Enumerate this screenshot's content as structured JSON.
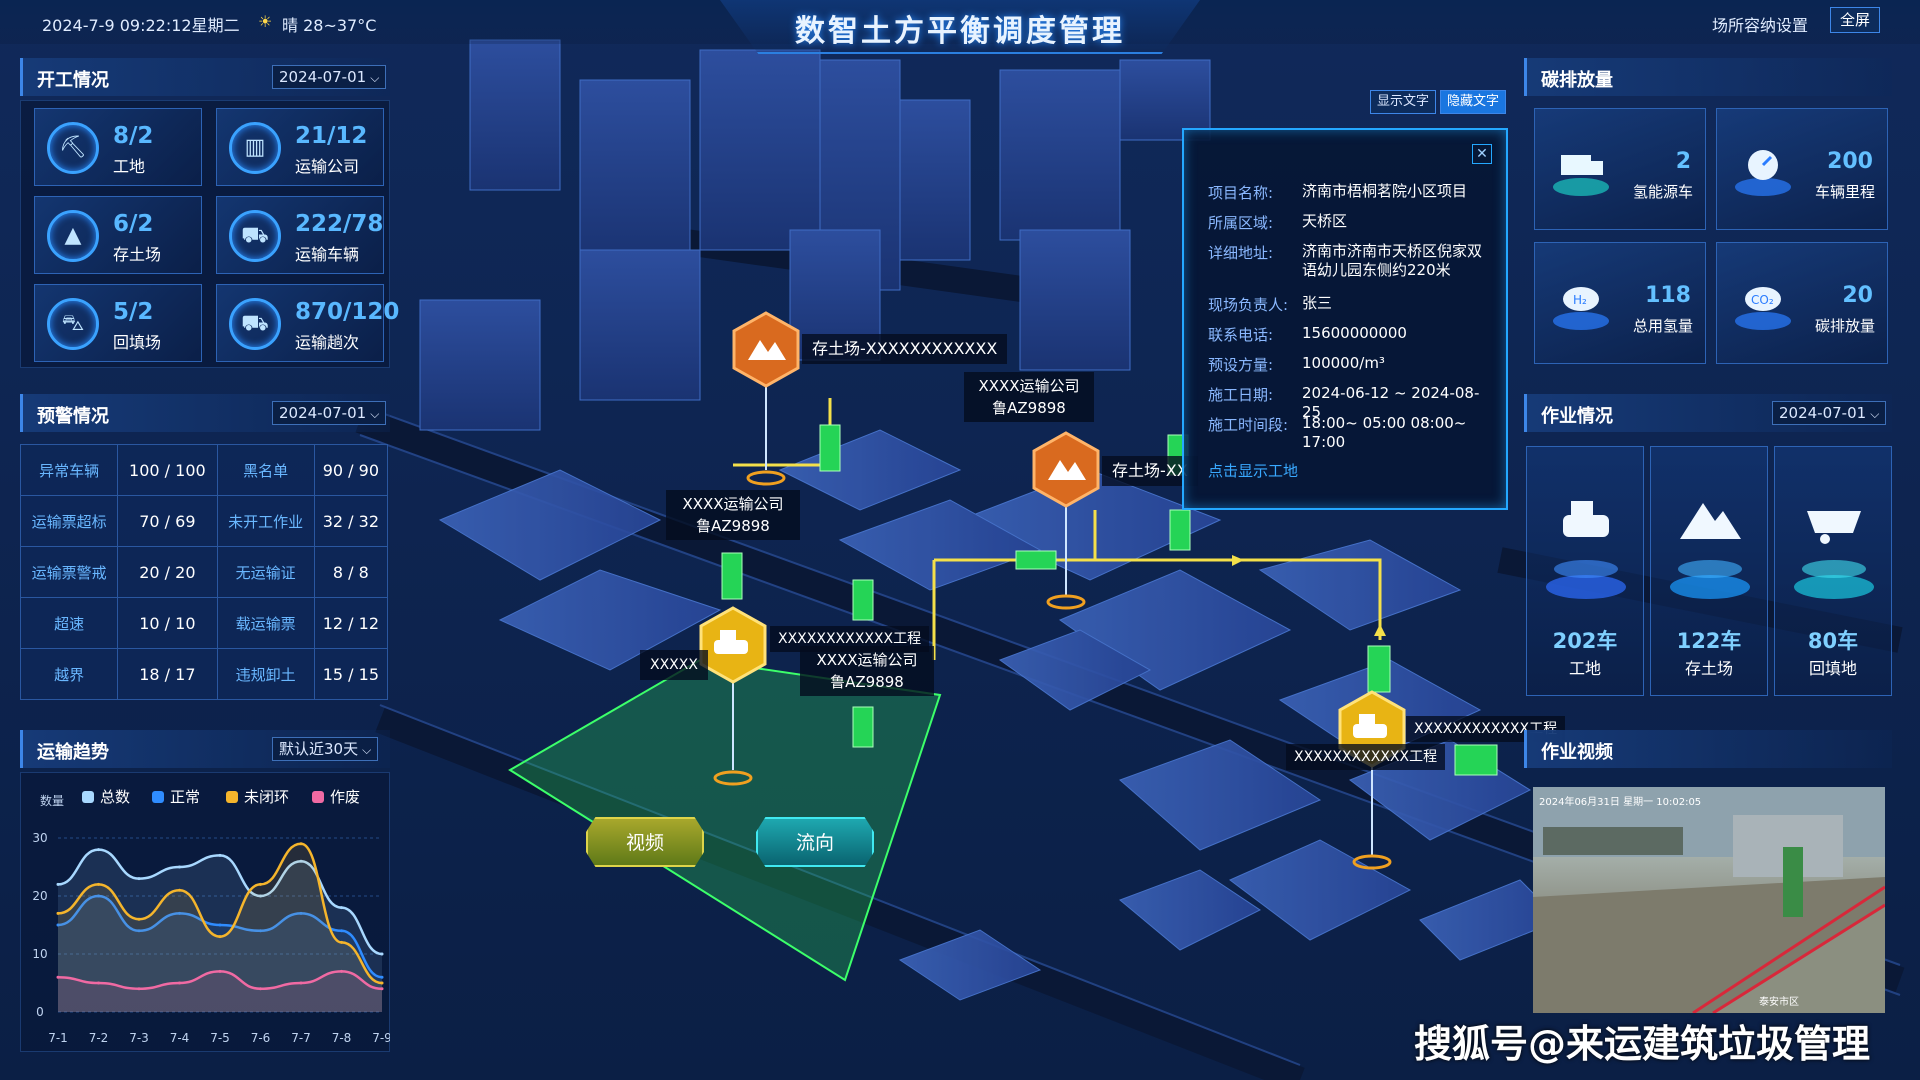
{
  "header": {
    "datetime": "2024-7-9  09:22:12星期二",
    "weather": "晴  28~37°C",
    "title": "数智土方平衡调度管理",
    "settings": "场所容纳设置",
    "fullscreen": "全屏"
  },
  "kaigong": {
    "title": "开工情况",
    "date": "2024-07-01",
    "items": [
      {
        "value": "8/2",
        "label": "工地",
        "icon": "excavator-icon"
      },
      {
        "value": "21/12",
        "label": "运输公司",
        "icon": "building-icon"
      },
      {
        "value": "6/2",
        "label": "存土场",
        "icon": "mountain-icon"
      },
      {
        "value": "222/78",
        "label": "运输车辆",
        "icon": "truck-icon"
      },
      {
        "value": "5/2",
        "label": "回填场",
        "icon": "cart-icon"
      },
      {
        "value": "870/120",
        "label": "运输趟次",
        "icon": "truck-icon"
      }
    ]
  },
  "yujing": {
    "title": "预警情况",
    "date": "2024-07-01",
    "rows": [
      [
        "异常车辆",
        "100 / 100",
        "黑名单",
        "90 / 90"
      ],
      [
        "运输票超标",
        "70 / 69",
        "未开工作业",
        "32 / 32"
      ],
      [
        "运输票警戒",
        "20 / 20",
        "无运输证",
        "8 / 8"
      ],
      [
        "超速",
        "10 / 10",
        "载运输票",
        "12 / 12"
      ],
      [
        "越界",
        "18 / 17",
        "违规卸土",
        "15 / 15"
      ]
    ]
  },
  "trend": {
    "title": "运输趋势",
    "range": "默认近30天",
    "legend": [
      "总数",
      "正常",
      "未闭环",
      "作废"
    ]
  },
  "chart_data": {
    "type": "line",
    "ylabel": "数量",
    "ylim": [
      0,
      30
    ],
    "yticks": [
      "0",
      "10",
      "20",
      "30"
    ],
    "categories": [
      "7-1",
      "7-2",
      "7-3",
      "7-4",
      "7-5",
      "7-6",
      "7-7",
      "7-8",
      "7-9"
    ],
    "series": [
      {
        "name": "总数",
        "color": "#a8d8ff",
        "values": [
          22,
          28,
          23,
          25,
          27,
          20,
          26,
          18,
          10
        ]
      },
      {
        "name": "正常",
        "color": "#2f8cff",
        "values": [
          15,
          20,
          14,
          17,
          15,
          14,
          17,
          14,
          6
        ]
      },
      {
        "name": "未闭环",
        "color": "#f5b52c",
        "values": [
          17,
          22,
          16,
          21,
          13,
          22,
          29,
          12,
          5
        ]
      },
      {
        "name": "作废",
        "color": "#f06aa3",
        "values": [
          6,
          5,
          4,
          5,
          7,
          4,
          5,
          7,
          4
        ]
      }
    ]
  },
  "carbon": {
    "title": "碳排放量",
    "items": [
      {
        "value": "2",
        "label": "氢能源车",
        "icon": "truck-icon"
      },
      {
        "value": "200",
        "label": "车辆里程",
        "icon": "gauge-icon"
      },
      {
        "value": "118",
        "label": "总用氢量",
        "icon": "h2-cloud-icon"
      },
      {
        "value": "20",
        "label": "碳排放量",
        "icon": "co2-cloud-icon"
      }
    ]
  },
  "work": {
    "title": "作业情况",
    "date": "2024-07-01",
    "items": [
      {
        "value": "202车",
        "label": "工地",
        "icon": "excavator-icon",
        "color": "#2d6cff"
      },
      {
        "value": "122车",
        "label": "存土场",
        "icon": "mountain-icon",
        "color": "#1a9bff"
      },
      {
        "value": "80车",
        "label": "回填地",
        "icon": "cart-icon",
        "color": "#1ac8e0"
      }
    ]
  },
  "video": {
    "title": "作业视频",
    "stamp": "2024年06月31日 星期一 10:02:05",
    "location": "泰安市区"
  },
  "map": {
    "show_text": "显示文字",
    "hide_text": "隐藏文字",
    "labels": {
      "store1": "存土场-XXXXXXXXXXXX",
      "store2": "存土场-XX",
      "company1": "XXXX运输公司",
      "plate1": "鲁AZ9898",
      "company2": "XXXX运输公司",
      "plate2": "鲁AZ9898",
      "company3": "XXXX运输公司",
      "plate3": "鲁AZ9898",
      "site1a": "XXXXX",
      "site1b": "XXXXXXXXXXXX工程",
      "site2a": "XXXXXXXXXXXX工程",
      "site2b": "XXXXXXXXXXXX工程"
    },
    "video_btn": "视频",
    "flow_btn": "流向"
  },
  "info": {
    "rows": [
      {
        "k": "项目名称:",
        "v": "济南市梧桐茗院小区项目"
      },
      {
        "k": "所属区域:",
        "v": "天桥区"
      },
      {
        "k": "详细地址:",
        "v": "济南市济南市天桥区倪家双语幼儿园东侧约220米"
      },
      {
        "k": "现场负责人:",
        "v": "张三"
      },
      {
        "k": "联系电话:",
        "v": "15600000000"
      },
      {
        "k": "预设方量:",
        "v": "100000/m³"
      },
      {
        "k": "施工日期:",
        "v": "2024-06-12 ~ 2024-08-25"
      },
      {
        "k": "施工时间段:",
        "v": "18:00~ 05:00   08:00~ 17:00"
      }
    ],
    "link": "点击显示工地",
    "close": "✕"
  },
  "watermark": "搜狐号@来运建筑垃圾管理"
}
